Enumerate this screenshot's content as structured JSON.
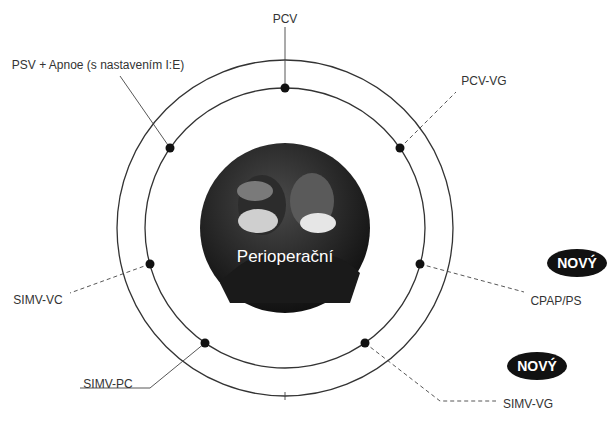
{
  "diagram": {
    "nodes": [
      {
        "text": [
          "Perioperační"
        ]
      },
      {
        "text": [
          "NOVÝ"
        ]
      },
      {
        "text": [
          "NOVÝ"
        ]
      }
    ],
    "labels": [
      "PCV",
      "PCV-VG",
      "CPAP/PS",
      "SIMV-VG",
      "SIMV-PC",
      "SIMV-VC",
      "PSV + Apnoe (s nastavením I:E)"
    ]
  }
}
